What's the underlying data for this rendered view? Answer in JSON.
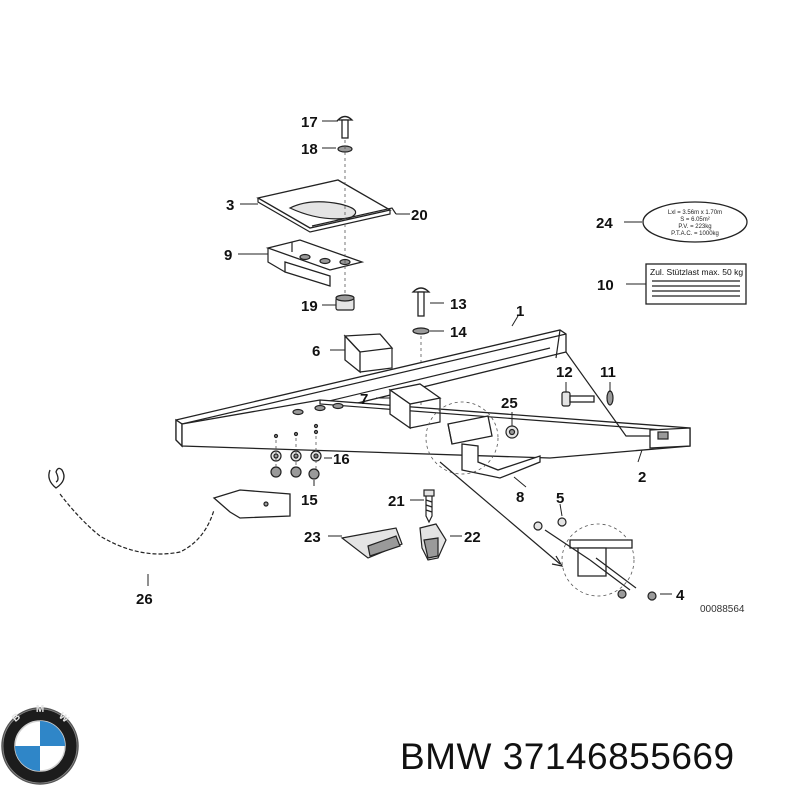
{
  "callouts": {
    "c1": "1",
    "c2": "2",
    "c3": "3",
    "c4": "4",
    "c5": "5",
    "c6": "6",
    "c7": "7",
    "c8": "8",
    "c9": "9",
    "c10": "10",
    "c11": "11",
    "c12": "12",
    "c13": "13",
    "c14": "14",
    "c15": "15",
    "c16": "16",
    "c17": "17",
    "c18": "18",
    "c19": "19",
    "c20": "20",
    "c21": "21",
    "c22": "22",
    "c23": "23",
    "c24": "24",
    "c25": "25",
    "c26": "26"
  },
  "label_24": {
    "line1": "Lxl = 3.56m x 1.70m",
    "line2": "S = 6.05m²",
    "line3": "P.V. = 223kg",
    "line4": "P.T.A.C. = 1000kg"
  },
  "label_10": {
    "text": "Zul. Stützlast max. 50 kg"
  },
  "diagram_ref": "00088564",
  "brand": {
    "text": "BMW 37146855669"
  }
}
